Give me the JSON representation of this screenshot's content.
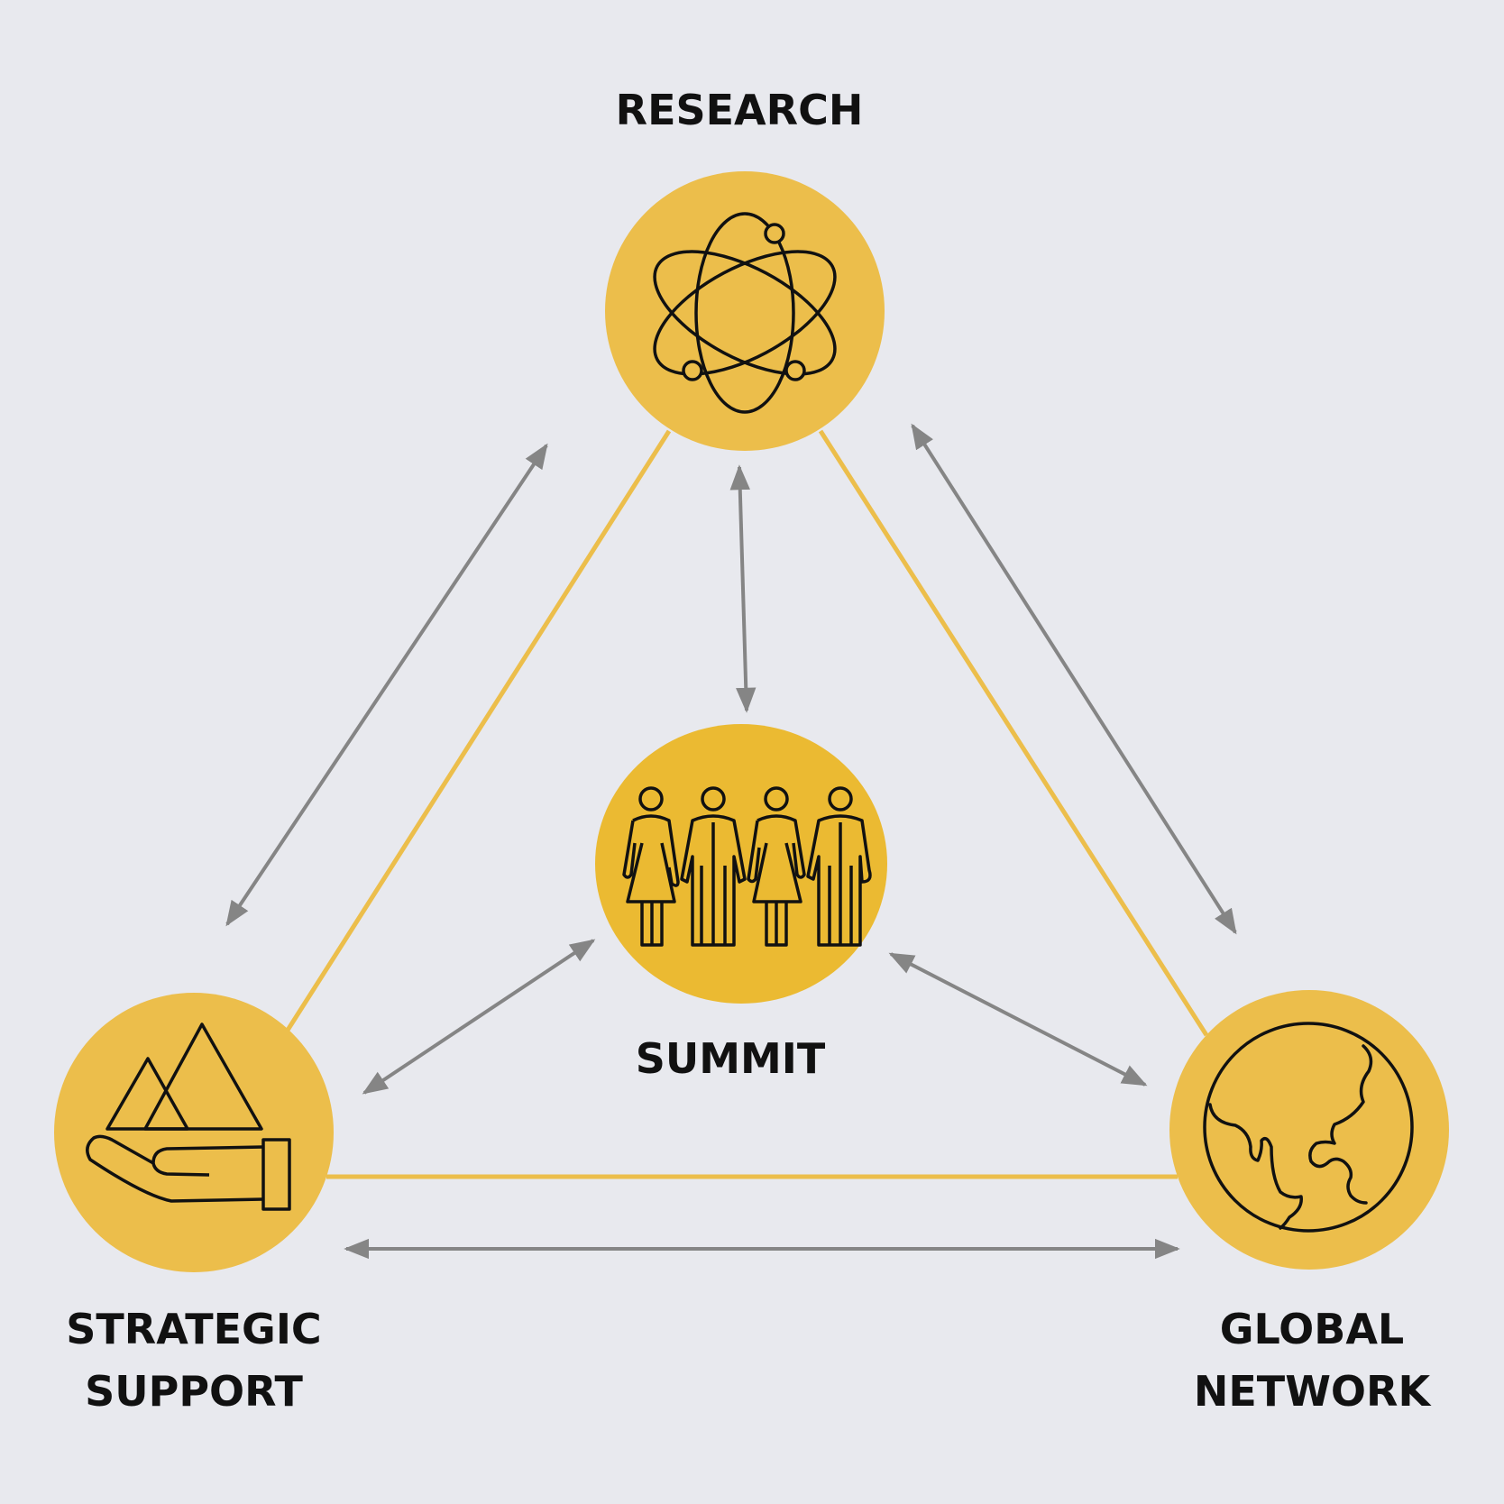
{
  "colors": {
    "background": "#e8e9ee",
    "node_fill": "#ecbe4b",
    "summit_fill": "#ebba32",
    "connector_line": "#ecbe4b",
    "arrow": "#858585",
    "icon_stroke": "#111111"
  },
  "nodes": {
    "research": {
      "label": "RESEARCH",
      "icon": "atom-icon"
    },
    "summit": {
      "label": "SUMMIT",
      "icon": "people-group-icon"
    },
    "strategic_support": {
      "label_line1": "STRATEGIC",
      "label_line2": "SUPPORT",
      "icon": "hand-holding-mountains-icon"
    },
    "global_network": {
      "label_line1": "GLOBAL",
      "label_line2": "NETWORK",
      "icon": "globe-icon"
    }
  },
  "edges": [
    {
      "from": "research",
      "to": "summit",
      "type": "bidirectional-arrow"
    },
    {
      "from": "research",
      "to": "strategic_support",
      "type": "bidirectional-arrow"
    },
    {
      "from": "research",
      "to": "global_network",
      "type": "bidirectional-arrow"
    },
    {
      "from": "summit",
      "to": "strategic_support",
      "type": "bidirectional-arrow"
    },
    {
      "from": "summit",
      "to": "global_network",
      "type": "bidirectional-arrow"
    },
    {
      "from": "strategic_support",
      "to": "global_network",
      "type": "bidirectional-arrow"
    }
  ]
}
